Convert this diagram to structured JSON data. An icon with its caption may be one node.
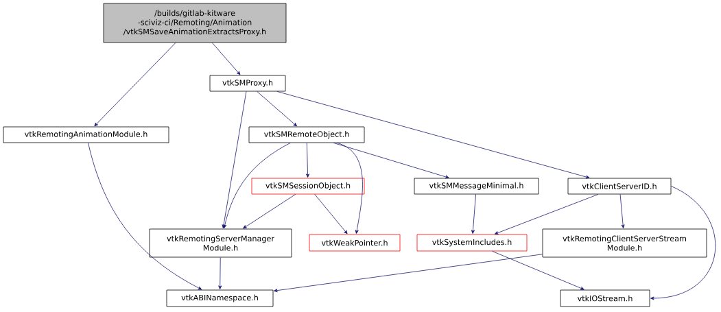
{
  "diagram": {
    "nodes": [
      {
        "text": [
          "/builds/gitlab-kitware -sciviz-ci/Remoting/Animation /vtkSMSaveAnimationExtractsProxy.h"
        ]
      },
      {
        "text": [
          "vtkSMProxy.h"
        ]
      },
      {
        "text": [
          "vtkRemotingAnimationModule.h"
        ]
      },
      {
        "text": [
          "vtkSMRemoteObject.h"
        ]
      },
      {
        "text": [
          "vtkSMSessionObject.h"
        ]
      },
      {
        "text": [
          "vtkSMMessageMinimal.h"
        ]
      },
      {
        "text": [
          "vtkClientServerID.h"
        ]
      },
      {
        "text": [
          "vtkRemotingServerManager Module.h"
        ]
      },
      {
        "text": [
          "vtkWeakPointer.h"
        ]
      },
      {
        "text": [
          "vtkSystemIncludes.h"
        ]
      },
      {
        "text": [
          "vtkRemotingClientServerStream Module.h"
        ]
      },
      {
        "text": [
          "vtkABINamespace.h"
        ]
      },
      {
        "text": [
          "vtkIOStream.h"
        ]
      }
    ],
    "edges": [
      {
        "from": 0,
        "to": 1,
        "arrow": "to"
      },
      {
        "from": 0,
        "to": 2,
        "arrow": "to"
      },
      {
        "from": 1,
        "to": 7,
        "arrow": "to"
      },
      {
        "from": 1,
        "to": 3,
        "arrow": "to"
      },
      {
        "from": 1,
        "to": 6,
        "arrow": "to"
      },
      {
        "from": 2,
        "to": 11,
        "arrow": "to"
      },
      {
        "from": 3,
        "to": 7,
        "arrow": "to"
      },
      {
        "from": 3,
        "to": 4,
        "arrow": "to"
      },
      {
        "from": 3,
        "to": 8,
        "arrow": "to"
      },
      {
        "from": 3,
        "to": 5,
        "arrow": "to"
      },
      {
        "from": 4,
        "to": 7,
        "arrow": "to"
      },
      {
        "from": 4,
        "to": 8,
        "arrow": "to"
      },
      {
        "from": 5,
        "to": 9,
        "arrow": "to"
      },
      {
        "from": 6,
        "to": 9,
        "arrow": "to"
      },
      {
        "from": 6,
        "to": 10,
        "arrow": "to"
      },
      {
        "from": 6,
        "to": 12,
        "arrow": "to"
      },
      {
        "from": 7,
        "to": 11,
        "arrow": "to"
      },
      {
        "from": 9,
        "to": 12,
        "arrow": "to"
      },
      {
        "from": 10,
        "to": 11,
        "arrow": "to"
      }
    ]
  }
}
